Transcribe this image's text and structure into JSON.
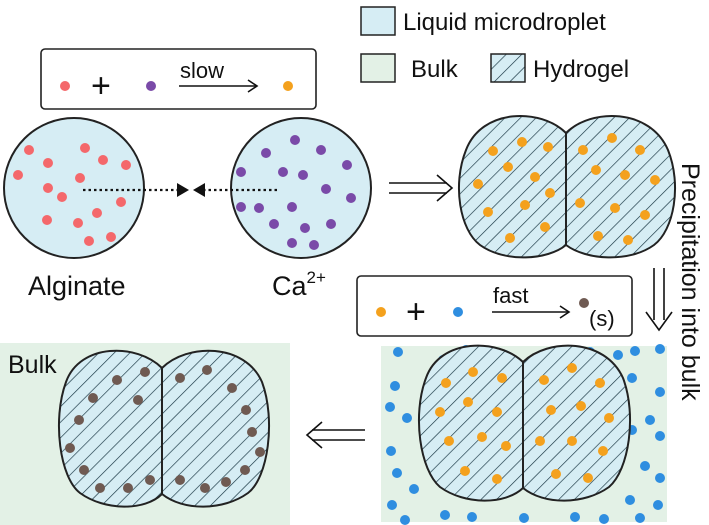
{
  "legend": {
    "liquid_label": "Liquid microdroplet",
    "bulk_label": "Bulk",
    "hydrogel_label": "Hydrogel"
  },
  "reaction_slow": {
    "plus": "+",
    "label": "slow"
  },
  "reaction_fast": {
    "plus": "+",
    "label": "fast",
    "product_state": "(s)"
  },
  "droplets": {
    "alginate_label": "Alginate",
    "calcium_label": "Ca",
    "calcium_charge": "2+"
  },
  "side_label": "Precipitation into bulk",
  "bulk_corner_label": "Bulk",
  "colors": {
    "liquid": "#d6edf4",
    "bulk": "#e3f1e6",
    "alginate": "#f4686b",
    "calcium": "#7a4aa8",
    "intermediate": "#f4a11d",
    "fast_reactant": "#2f8ee0",
    "precipitate": "#6f5a52",
    "hatch": "#14323f",
    "outline": "#222222"
  }
}
